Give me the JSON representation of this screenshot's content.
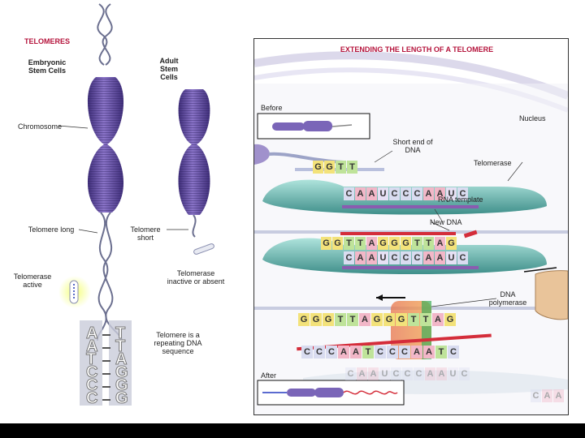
{
  "left_panel": {
    "title": "TELOMERES",
    "embryonic_label": "Embryonic Stem Cells",
    "adult_label": "Adult Stem Cells",
    "chromosome_label": "Chromosome",
    "telomere_long_label": "Telomere long",
    "telomere_short_label": "Telomere short",
    "telomerase_active_label": "Telomerase active",
    "telomerase_inactive_label": "Telomerase inactive or absent",
    "repeating_label": "Telomere is a repeating DNA sequence",
    "left_bases": [
      "A",
      "A",
      "T",
      "C",
      "C",
      "C"
    ],
    "right_bases": [
      "T",
      "T",
      "A",
      "G",
      "G",
      "G"
    ]
  },
  "right_panel": {
    "title": "EXTENDING THE LENGTH OF A TELOMERE",
    "before_label": "Before",
    "after_label": "After",
    "nucleus_label": "Nucleus",
    "short_end_label": "Short end of DNA",
    "telomerase_label": "Telomerase",
    "rna_template_label": "RNA template",
    "new_dna_label": "New DNA",
    "dna_polymerase_label": "DNA polymerase",
    "row1_top": [
      "G",
      "G",
      "T",
      "T"
    ],
    "row1_bottom": [
      "C",
      "A",
      "A",
      "U",
      "C",
      "C",
      "C",
      "A",
      "A",
      "U",
      "C"
    ],
    "row2_top": [
      "G",
      "G",
      "T",
      "T",
      "A",
      "G",
      "G",
      "G",
      "T",
      "T",
      "A",
      "G"
    ],
    "row2_bottom": [
      "C",
      "A",
      "A",
      "U",
      "C",
      "C",
      "C",
      "A",
      "A",
      "U",
      "C"
    ],
    "row3_top": [
      "G",
      "G",
      "G",
      "T",
      "T",
      "A",
      "G",
      "G",
      "G",
      "T",
      "T",
      "A",
      "G"
    ],
    "row3_bottom": [
      "C",
      "C",
      "C",
      "A",
      "A",
      "T",
      "C",
      "C",
      "C",
      "A",
      "A",
      "T",
      "C"
    ],
    "ghost_bottom": [
      "C",
      "A",
      "A",
      "U",
      "C",
      "C",
      "C",
      "A",
      "A",
      "U",
      "C"
    ],
    "ghost_right": [
      "C",
      "A",
      "A"
    ]
  },
  "colors": {
    "chromosome": "#6a54a8",
    "telomerase": "#5fb3ad",
    "rna_strip": "#8a5cb0",
    "new_dna": "#d42d3a",
    "title_red": "#b5143c"
  }
}
